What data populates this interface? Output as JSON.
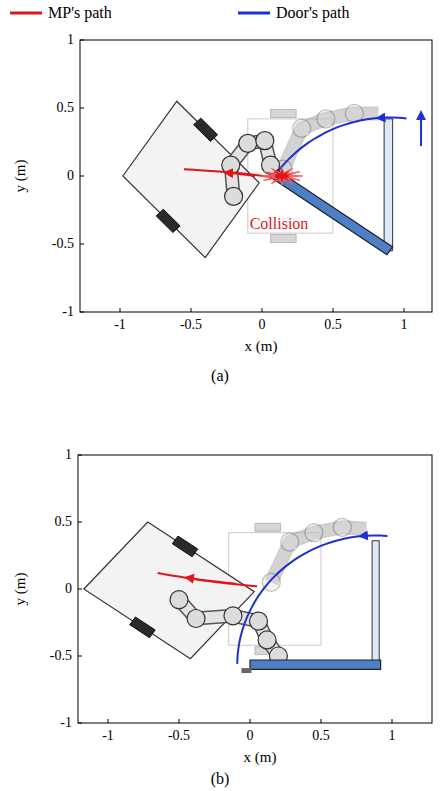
{
  "diagram": {
    "labels": [
      "1",
      "0.5",
      "0",
      "-0.5",
      "-1",
      "-1",
      "-0.5",
      "0",
      "0.5",
      "1",
      "y (m)",
      "x (m)",
      "Collision",
      "(a)",
      "1",
      "0.5",
      "0",
      "-0.5",
      "-1",
      "-1",
      "-0.5",
      "0",
      "0.5",
      "1",
      "y (m)",
      "x (m)",
      "(b)"
    ],
    "legend": [
      {
        "text": "MP's path"
      },
      {
        "text": "Door's path"
      }
    ]
  }
}
